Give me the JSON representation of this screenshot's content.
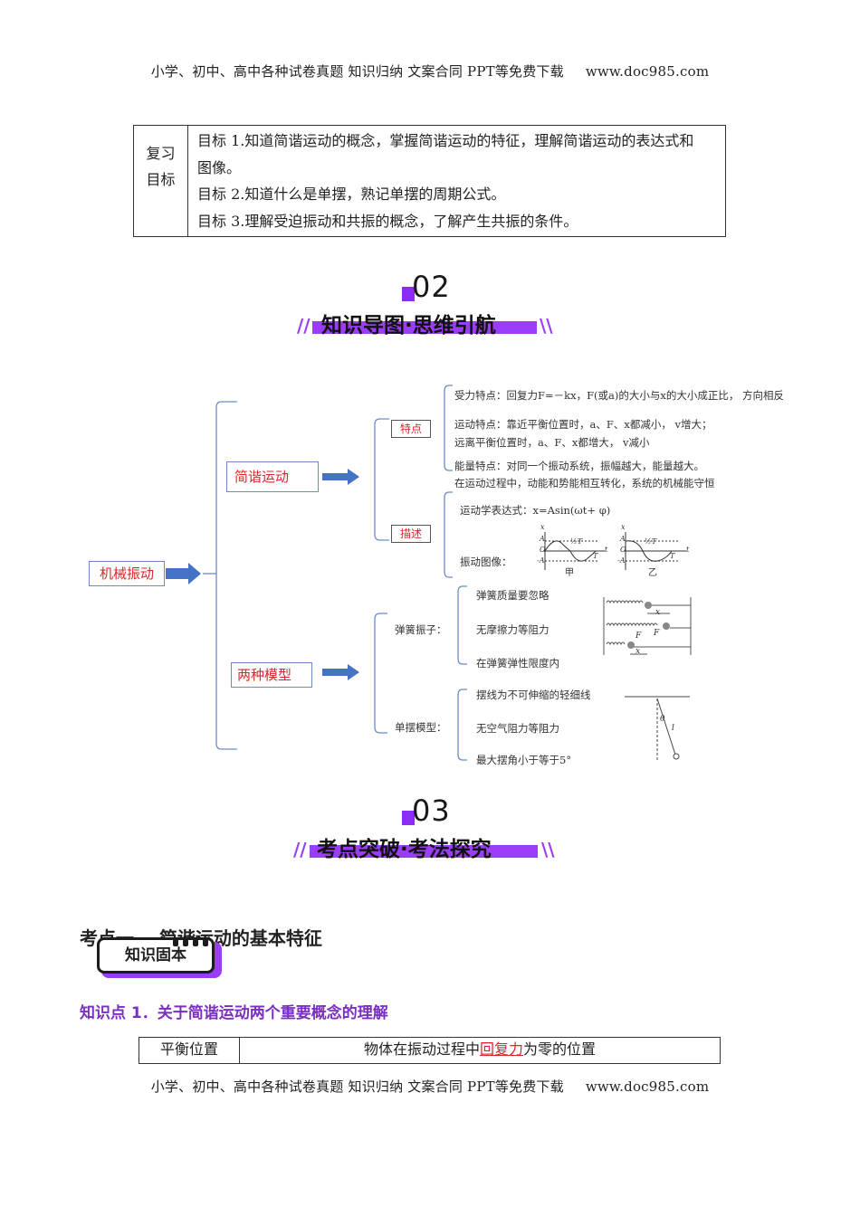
{
  "header": {
    "text": "小学、初中、高中各种试卷真题  知识归纳  文案合同  PPT等免费下载",
    "site": "www.doc985.com"
  },
  "footer": {
    "text": "小学、初中、高中各种试卷真题  知识归纳  文案合同  PPT等免费下载",
    "site": "www.doc985.com"
  },
  "goals": {
    "label_1": "复习",
    "label_2": "目标",
    "line1": "目标 1.知道简谐运动的概念，掌握简谐运动的特征，理解简谐运动的表达式和",
    "line1b": "图像。",
    "line2": "目标 2.知道什么是单摆，熟记单摆的周期公式。",
    "line3": "目标 3.理解受迫振动和共振的概念，了解产生共振的条件。"
  },
  "section2": {
    "number": "02",
    "title": "知识导图·思维引航"
  },
  "section3": {
    "number": "03",
    "title": "考点突破·考法探究"
  },
  "mindmap": {
    "root": "机械振动",
    "branch1": "简谐运动",
    "branch2": "两种模型",
    "tag_feature": "特点",
    "tag_describe": "描述",
    "force": "受力特点：回复力F=－kx，F(或a)的大小与x的大小成正比，  方向相反",
    "motion1": "运动特点：靠近平衡位置时，a、F、x都减小，  v增大；",
    "motion2": "远离平衡位置时，a、F、x都增大，  v减小",
    "energy1": "能量特点：对同一个振动系统，振幅越大，能量越大。",
    "energy2": "在运动过程中，动能和势能相互转化，系统的机械能守恒",
    "expr": "运动学表达式：x=Asin(ωt+ φ)",
    "graph": "振动图像：",
    "graph_jia": "甲",
    "graph_yi": "乙",
    "spring": "弹簧振子：",
    "spring1": "弹簧质量要忽略",
    "spring2": "无摩擦力等阻力",
    "spring3": "在弹簧弹性限度内",
    "pend": "单摆模型：",
    "pend1": "摆线为不可伸缩的轻细线",
    "pend2": "无空气阻力等阻力",
    "pend3": "最大摆角小于等于5°",
    "axis_x": "x",
    "axis_A": "A",
    "axis_O": "O",
    "axis_negA": "-A",
    "axis_t": "t",
    "axis_T": "T",
    "half_T": "½T",
    "force_F": "F",
    "theta": "θ",
    "len_l": "l"
  },
  "exam_point": "考点一    简谐运动的基本特征",
  "badge": "知识固本",
  "knowledge_point": "知识点 1．关于简谐运动两个重要概念的理解",
  "table": {
    "col1": "平衡位置",
    "col2_pre": "物体在振动过程中",
    "col2_hl": "回复力",
    "col2_post": "为零的位置"
  }
}
